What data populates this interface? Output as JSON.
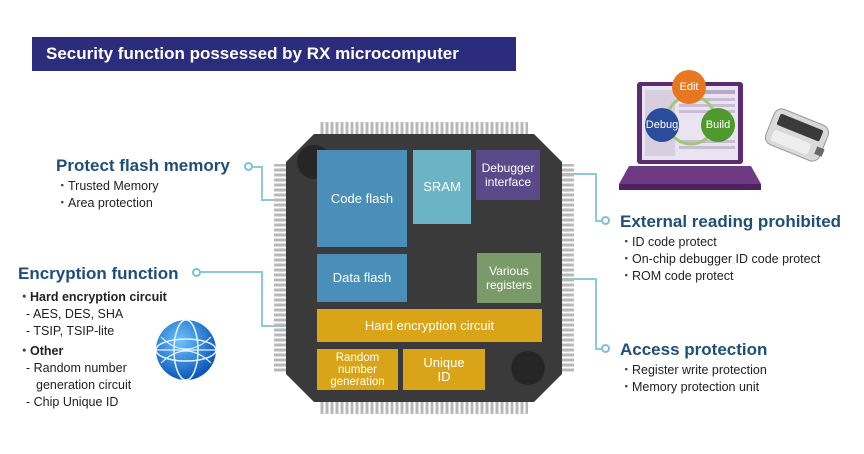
{
  "title": "Security function possessed by RX microcomputer",
  "chip_blocks": {
    "code_flash": "Code flash",
    "sram": "SRAM",
    "debugger_interface": "Debugger\ninterface",
    "data_flash": "Data flash",
    "various_registers": "Various\nregisters",
    "hard_encryption_circuit": "Hard encryption circuit",
    "random_number_generation": "Random\nnumber\ngeneration",
    "unique_id": "Unique\nID"
  },
  "protect_flash": {
    "heading": "Protect flash memory",
    "items": [
      "Trusted Memory",
      "Area protection"
    ]
  },
  "encryption": {
    "heading": "Encryption function",
    "group1": "Hard encryption circuit",
    "group1_items": [
      "AES, DES, SHA",
      "TSIP, TSIP-lite"
    ],
    "group2": "Other",
    "group2_items": [
      "Random number",
      "generation circuit",
      "Chip Unique ID"
    ]
  },
  "external_reading": {
    "heading": "External reading prohibited",
    "items": [
      "ID code protect",
      "On-chip debugger ID code protect",
      "ROM code protect"
    ]
  },
  "access_protection": {
    "heading": "Access protection",
    "items": [
      "Register write protection",
      "Memory protection unit"
    ]
  },
  "laptop_cycle": {
    "edit": "Edit",
    "debug": "Debug",
    "build": "Build"
  },
  "colors": {
    "banner": "#2b2d7c",
    "heading": "#1f4e79",
    "flash_block": "#4a8fb9",
    "sram_block": "#6ab4c6",
    "debugger_block": "#5b4a8a",
    "registers_block": "#7a9a6a",
    "encryption_block": "#d9a418",
    "chip_body": "#3a3a3a",
    "connector": "#8ec8dc"
  }
}
